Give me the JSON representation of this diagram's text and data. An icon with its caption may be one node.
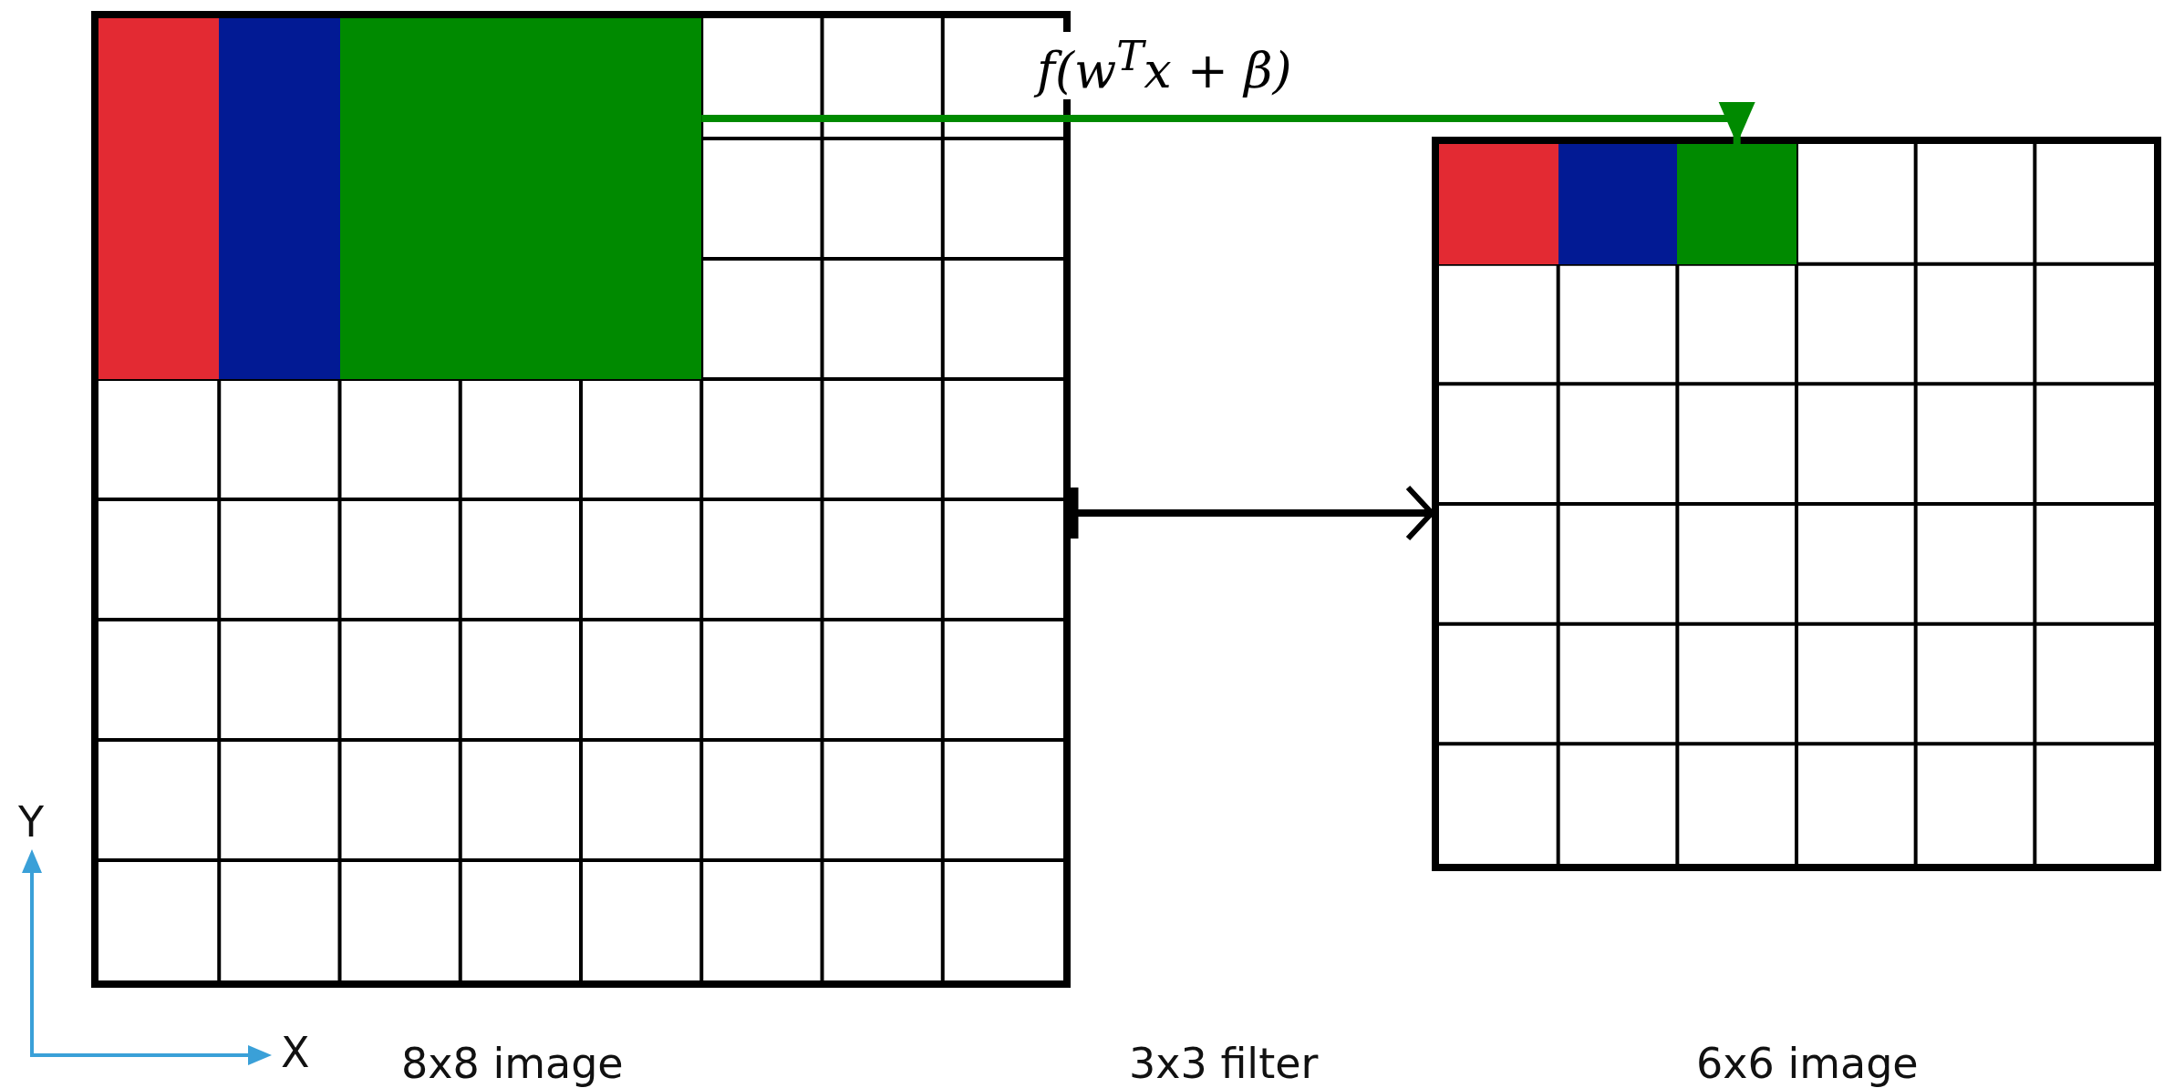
{
  "diagram": {
    "nodes": [
      {
        "text": [
          "8x8 image"
        ]
      },
      {
        "text": [],
        "shape": "box",
        "in": 0
      },
      {
        "text": [],
        "shape": "box",
        "in": 0
      },
      {
        "text": [],
        "shape": "box",
        "in": 0
      },
      {
        "text": [
          "6x6 image"
        ]
      },
      {
        "text": [],
        "shape": "box",
        "in": 4
      },
      {
        "text": [],
        "shape": "box",
        "in": 4
      },
      {
        "text": [],
        "shape": "box",
        "in": 4
      }
    ],
    "edges": [
      {
        "from": 3,
        "to": 7,
        "arrow": "to",
        "label": "f(w$^{T}$x + β)",
        "color": "#008a00"
      },
      {
        "from": 0,
        "to": 4,
        "arrow": "to",
        "color": "#000000"
      }
    ],
    "labels": [
      "Y",
      "X",
      "3x3 filter"
    ]
  }
}
